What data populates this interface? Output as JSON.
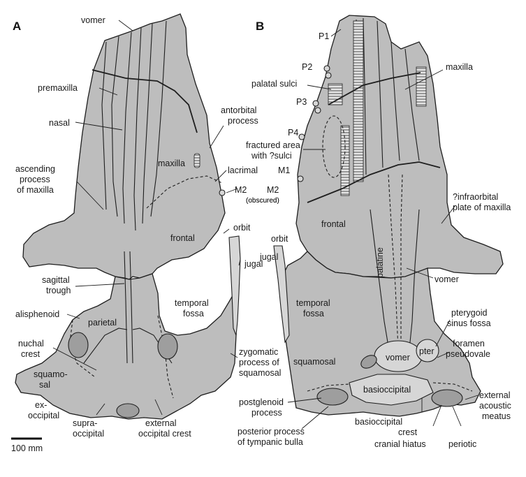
{
  "panels": {
    "a": "A",
    "b": "B"
  },
  "scale": {
    "label": "100 mm"
  },
  "labels_a": {
    "vomer": "vomer",
    "premaxilla": "premaxilla",
    "nasal": "nasal",
    "antorbital_l1": "antorbital",
    "antorbital_l2": "process",
    "maxilla": "maxilla",
    "ascending_l1": "ascending",
    "ascending_l2": "process",
    "ascending_l3": "of maxilla",
    "lacrimal": "lacrimal",
    "m2": "M2",
    "obscured": "(obscured)",
    "frontal": "frontal",
    "orbit": "orbit",
    "jugal": "jugal",
    "sagittal_l1": "sagittal",
    "sagittal_l2": "trough",
    "temporal_l1": "temporal",
    "temporal_l2": "fossa",
    "alisphenoid": "alisphenoid",
    "parietal": "parietal",
    "nuchal_l1": "nuchal",
    "nuchal_l2": "crest",
    "squamosal_l1": "squamo-",
    "squamosal_l2": "sal",
    "zygomatic_l1": "zygomatic",
    "zygomatic_l2": "process of",
    "zygomatic_l3": "squamosal",
    "exoccipital_l1": "ex-",
    "exoccipital_l2": "occipital",
    "supraoccipital_l1": "supra-",
    "supraoccipital_l2": "occipital",
    "ext_occ_l1": "external",
    "ext_occ_l2": "occipital crest"
  },
  "labels_b": {
    "p1": "P1",
    "p2": "P2",
    "palatal_sulci": "palatal sulci",
    "p3": "P3",
    "p4": "P4",
    "maxilla": "maxilla",
    "fractured_l1": "fractured area",
    "fractured_l2": "with ?sulci",
    "m1": "M1",
    "m2": "M2",
    "obscured": "(obscured)",
    "infraorbital_l1": "?infraorbital",
    "infraorbital_l2": "plate of maxilla",
    "frontal": "frontal",
    "orbit": "orbit",
    "jugal": "jugal",
    "palatine": "palatine",
    "vomer": "vomer",
    "temporal_l1": "temporal",
    "temporal_l2": "fossa",
    "pterygoid_l1": "pterygoid",
    "pterygoid_l2": "sinus fossa",
    "foramen_l1": "foramen",
    "foramen_l2": "pseudovale",
    "pter": "pter",
    "vomer2": "vomer",
    "squamosal": "squamosal",
    "basioccipital": "basioccipital",
    "postglenoid_l1": "postglenoid",
    "postglenoid_l2": "process",
    "ext_ac_l1": "external",
    "ext_ac_l2": "acoustic",
    "ext_ac_l3": "meatus",
    "posterior_l1": "posterior process",
    "posterior_l2": "of tympanic bulla",
    "basi_crest_l1": "basioccipital",
    "basi_crest_l2": "crest",
    "cranial_hiatus": "cranial hiatus",
    "periotic": "periotic"
  }
}
